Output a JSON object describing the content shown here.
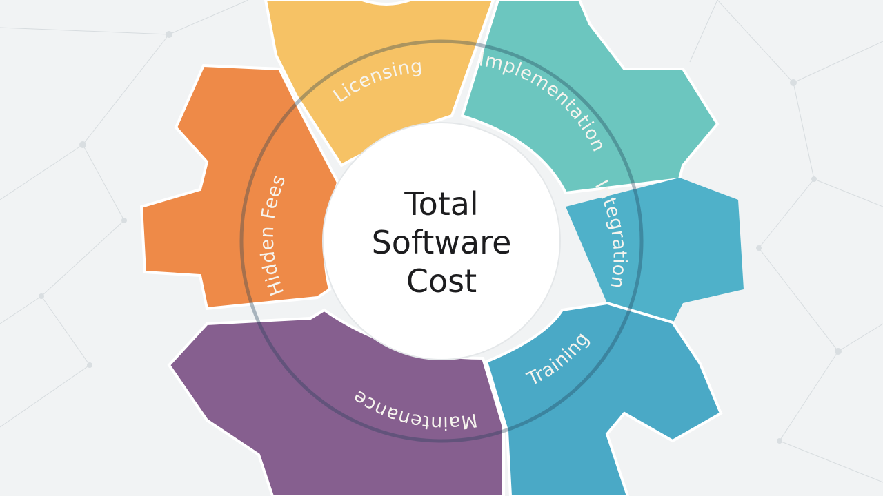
{
  "center": {
    "line1": "Total",
    "line2": "Software",
    "line3": "Cost"
  },
  "segments": [
    {
      "id": "licensing",
      "label": "Licensing",
      "color": "#f6c265"
    },
    {
      "id": "implementation",
      "label": "Implementation",
      "color": "#6cc6bf"
    },
    {
      "id": "integration",
      "label": "Integration",
      "color": "#4fb1c9"
    },
    {
      "id": "training",
      "label": "Training",
      "color": "#4aa9c6"
    },
    {
      "id": "maintenance",
      "label": "Maintenance",
      "color": "#865f8f"
    },
    {
      "id": "hidden-fees",
      "label": "Hidden Fees",
      "color": "#ee8a48"
    }
  ],
  "colors": {
    "background": "#f1f3f4",
    "network_lines": "#d7dcdf",
    "hub_fill": "#ffffff",
    "center_text": "#1d1d1f"
  }
}
